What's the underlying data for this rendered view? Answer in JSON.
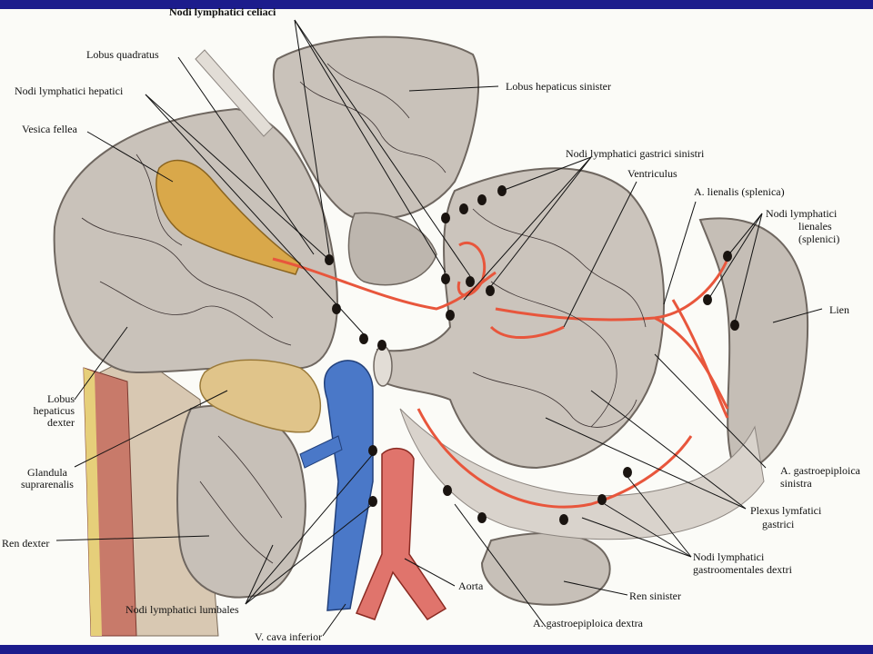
{
  "labels": {
    "nodi_celiaci": "Nodi lymphatici celiaci",
    "lobus_quadratus": "Lobus quadratus",
    "nodi_hepatici": "Nodi lymphatici hepatici",
    "vesica_fellea": "Vesica fellea",
    "lobus_sinister": "Lobus hepaticus sinister",
    "nodi_gastrici_sinistri": "Nodi lymphatici gastrici sinistri",
    "ventriculus": "Ventriculus",
    "a_lienalis": "A. lienalis (splenica)",
    "nodi_lienales_1": "Nodi lymphatici",
    "nodi_lienales_2": "lienales",
    "nodi_lienales_3": "(splenici)",
    "lien": "Lien",
    "lobus_dexter_1": "Lobus",
    "lobus_dexter_2": "hepaticus",
    "lobus_dexter_3": "dexter",
    "glandula_1": "Glandula",
    "glandula_2": "suprarenalis",
    "ren_dexter": "Ren dexter",
    "a_gastroepiploica_sinistra_1": "A. gastroepiploica",
    "a_gastroepiploica_sinistra_2": "sinistra",
    "plexus_1": "Plexus lymfatici",
    "plexus_2": "gastrici",
    "nodi_gastroomentales_1": "Nodi lymphatici",
    "nodi_gastroomentales_2": "gastroomentales dextri",
    "ren_sinister": "Ren sinister",
    "aorta": "Aorta",
    "nodi_lumbales": "Nodi lymphatici lumbales",
    "a_gastroepiploica_dextra": "A. gastroepiploica dextra",
    "v_cava": "V. cava inferior"
  },
  "colors": {
    "frame": "#1c1c8c",
    "plate": "#fbfbf7",
    "organ": "#c9c3bc",
    "organ_dark": "#8d8680",
    "gallbladder": "#d9a84a",
    "adrenal": "#e0c48a",
    "artery": "#e8563c",
    "aorta": "#e0746c",
    "vein": "#4a78c8",
    "node": "#1a1410",
    "leader": "#111111"
  }
}
